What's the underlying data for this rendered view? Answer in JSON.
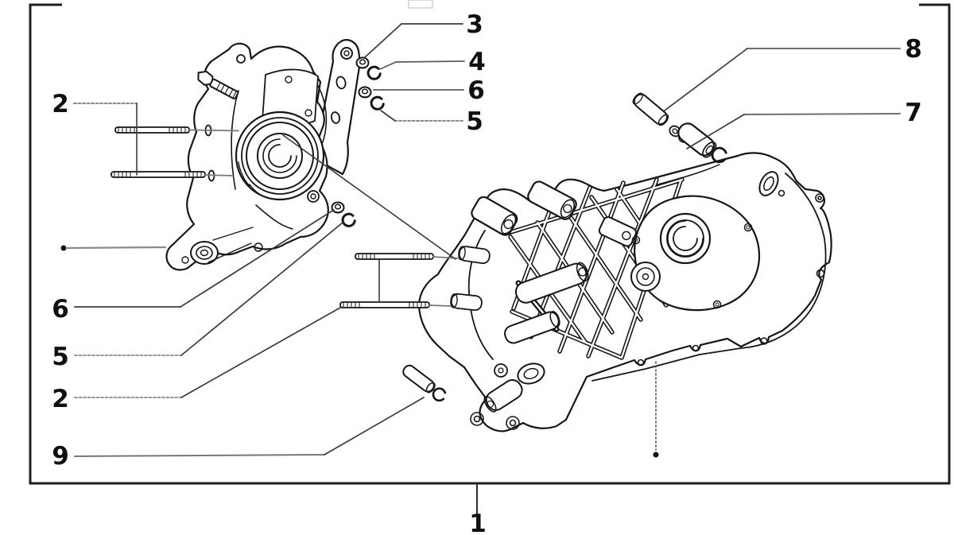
{
  "figure": {
    "kind": "exploded-parts-diagram",
    "subject": "engine crankcase halves",
    "background_color": "#ffffff",
    "ink_color": "#161616",
    "leader_color": "#777777"
  },
  "callouts": {
    "top_3": "3",
    "top_4": "4",
    "top_6": "6",
    "top_5": "5",
    "right_8": "8",
    "right_7": "7",
    "left_2_upper": "2",
    "left_6": "6",
    "left_5": "5",
    "left_2_lower": "2",
    "left_9": "9",
    "bottom_1": "1"
  }
}
